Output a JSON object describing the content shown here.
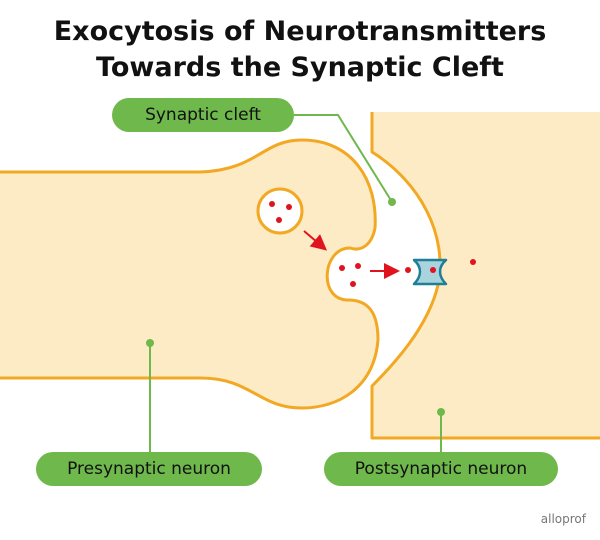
{
  "title": {
    "line1": "Exocytosis of Neurotransmitters",
    "line2": "Towards the Synaptic Cleft"
  },
  "labels": {
    "synaptic_cleft": "Synaptic cleft",
    "presynaptic": "Presynaptic neuron",
    "postsynaptic": "Postsynaptic neuron"
  },
  "brand": "alloprof",
  "colors": {
    "neuron_fill": "#fcebc4",
    "neuron_outline": "#f2a823",
    "label_green": "#6fb84b",
    "neurotransmitter": "#e0141e",
    "arrow": "#e0141e",
    "receptor_fill": "#a9d4dd",
    "receptor_outline": "#1f7f97"
  }
}
